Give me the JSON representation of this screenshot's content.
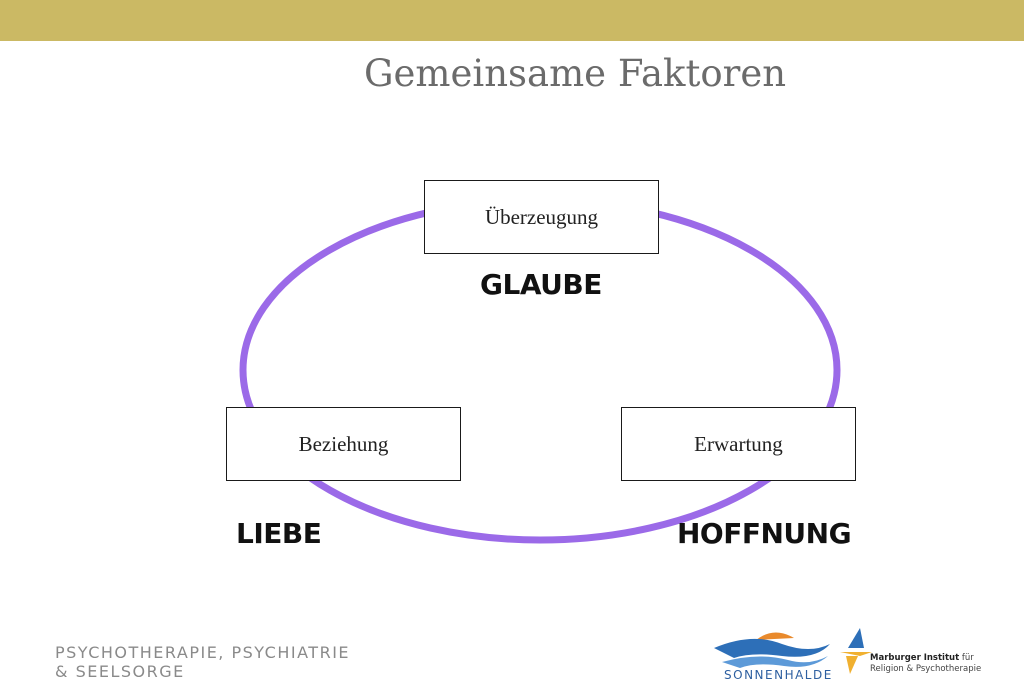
{
  "slide": {
    "title": "Gemeinsame Faktoren",
    "accent_color": "#cbb964",
    "ring_color": "#9b6ae8"
  },
  "diagram": {
    "boxes": {
      "top": "Überzeugung",
      "left": "Beziehung",
      "right": "Erwartung"
    },
    "labels": {
      "top": "GLAUBE",
      "left": "LIEBE",
      "right": "HOFFNUNG"
    }
  },
  "footer": {
    "line1": "PSYCHOTHERAPIE, PSYCHIATRIE",
    "line2": "& SEELSORGE",
    "logo_sonnenhalde": "SONNENHALDE",
    "logo_marburger_line1": "Marburger Institut",
    "logo_marburger_line1b": "für",
    "logo_marburger_line2": "Religion & Psychotherapie"
  }
}
